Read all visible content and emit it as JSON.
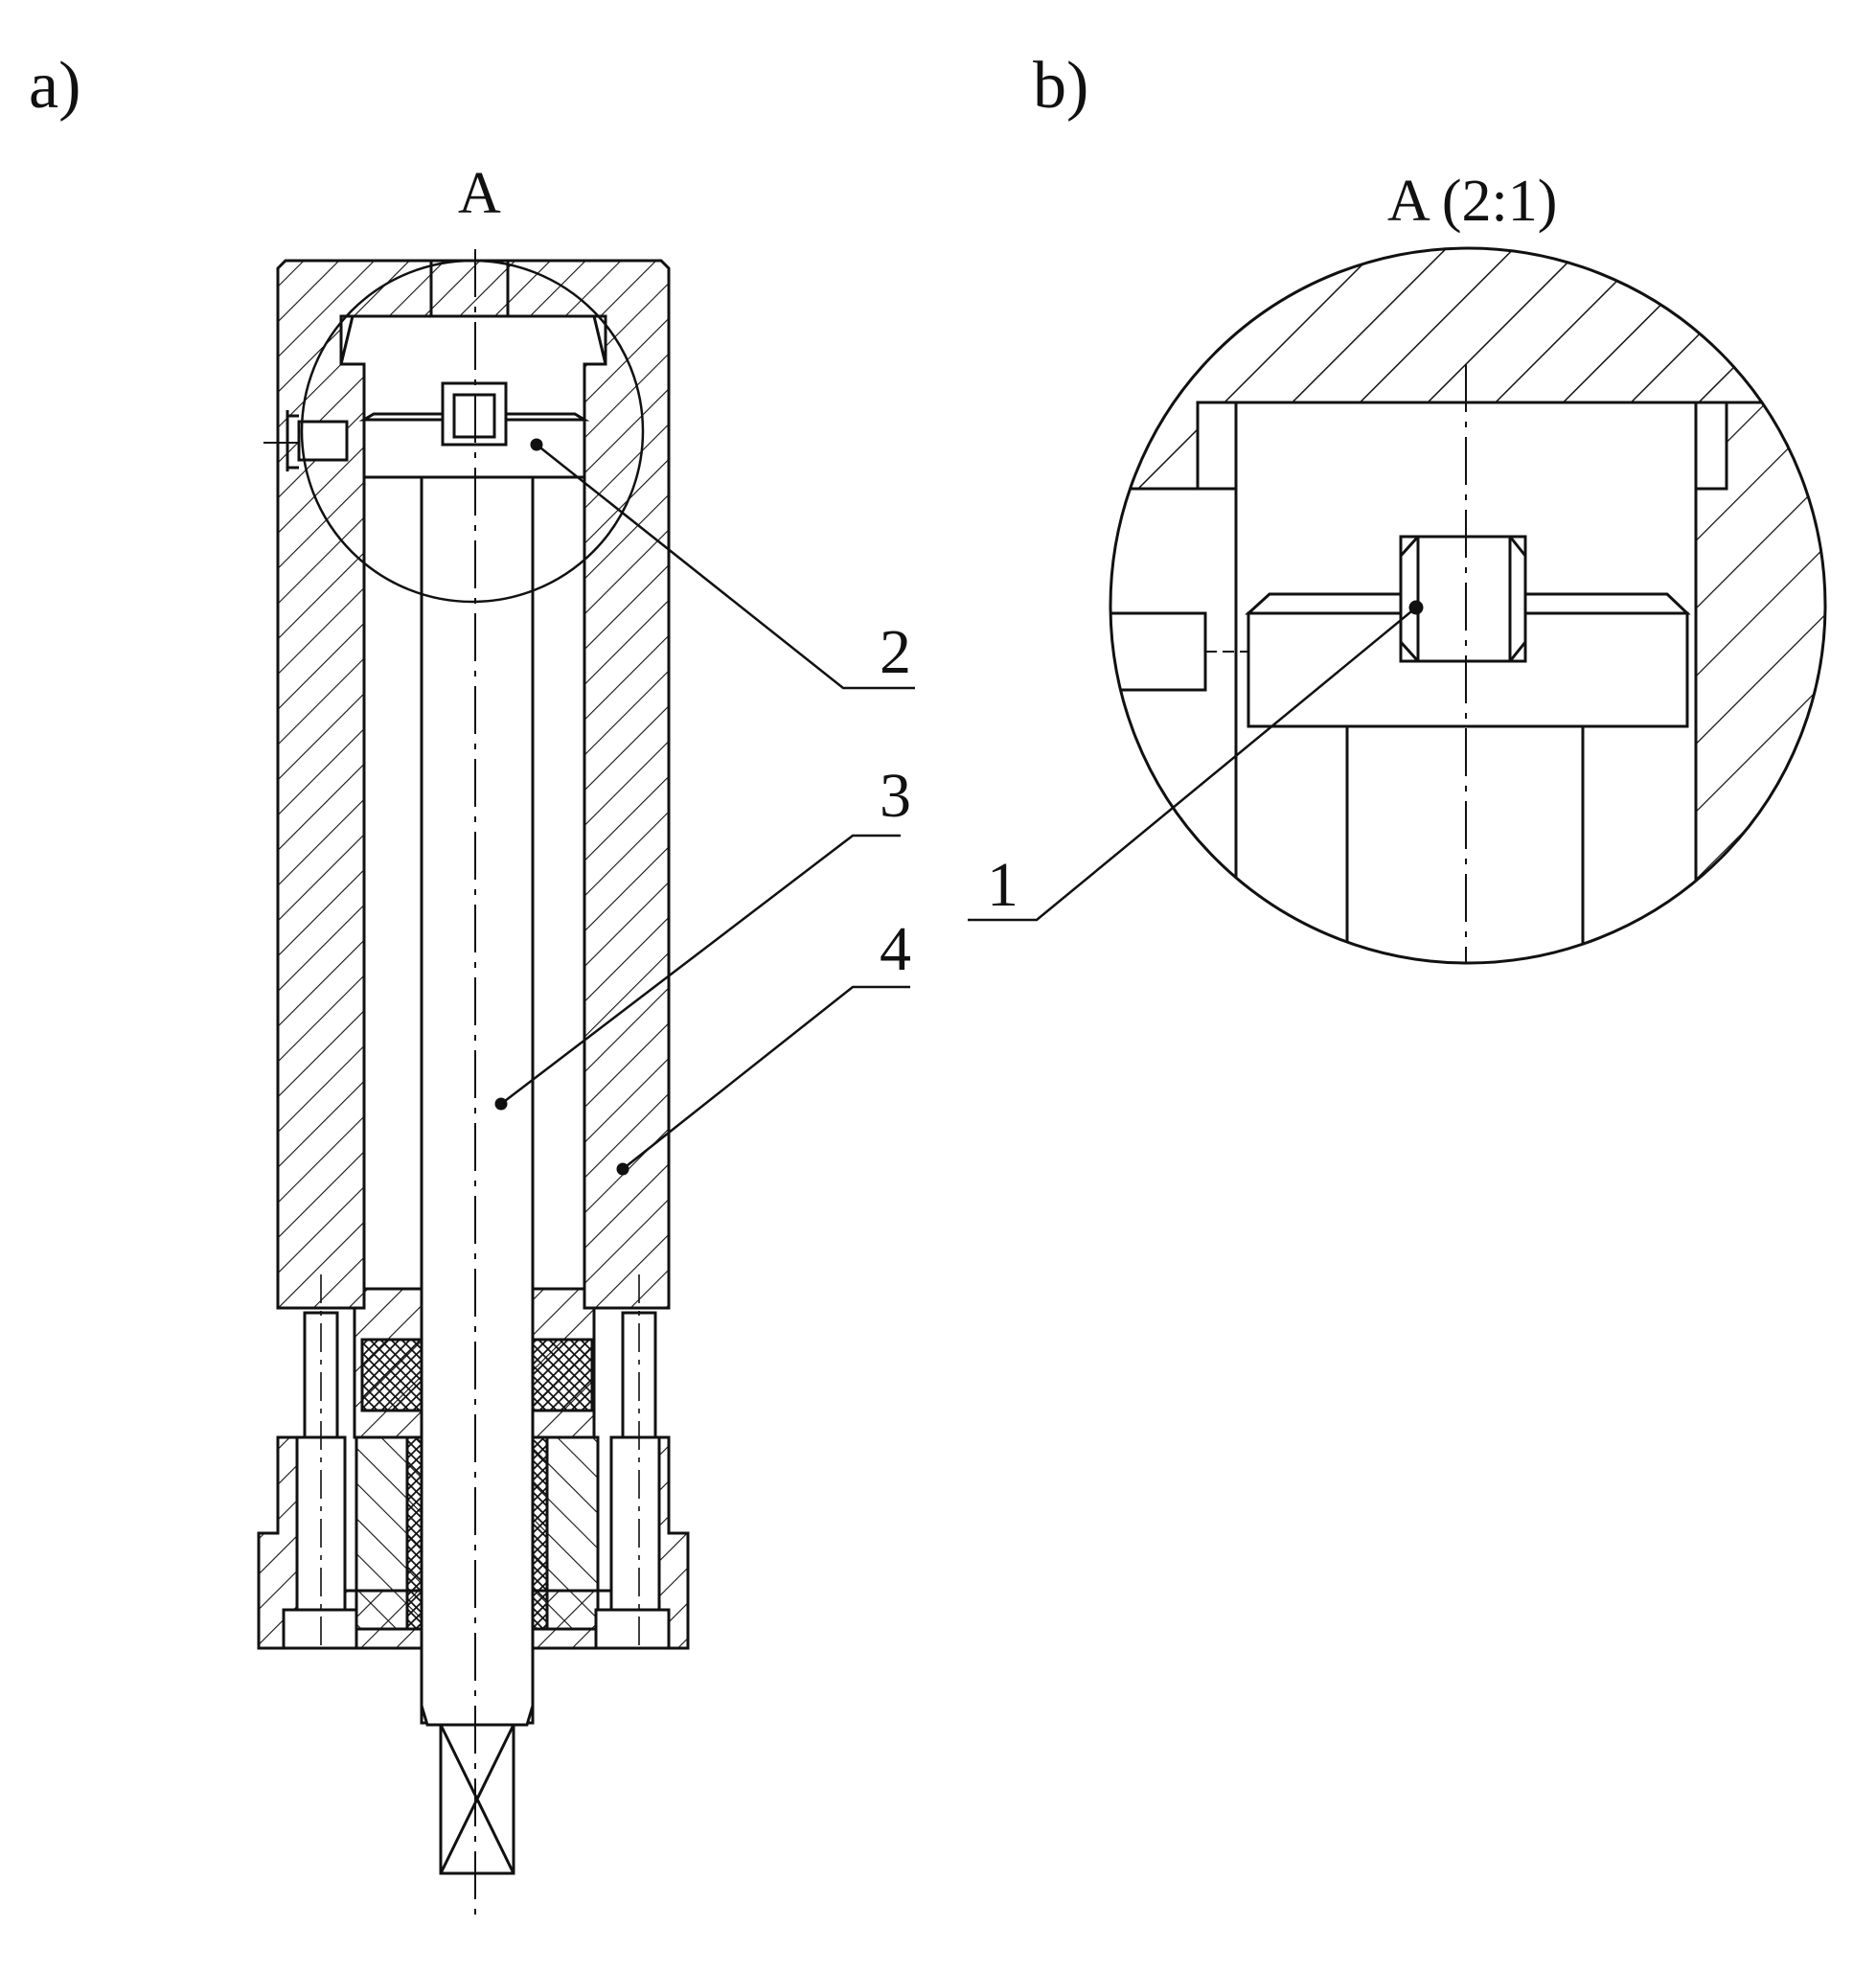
{
  "panels": {
    "a": "a)",
    "b": "b)"
  },
  "section_marker": "A",
  "detail_title": "A (2:1)",
  "callouts": [
    "1",
    "2",
    "3",
    "4"
  ],
  "colors": {
    "ink": "#111111",
    "background": "#ffffff"
  }
}
